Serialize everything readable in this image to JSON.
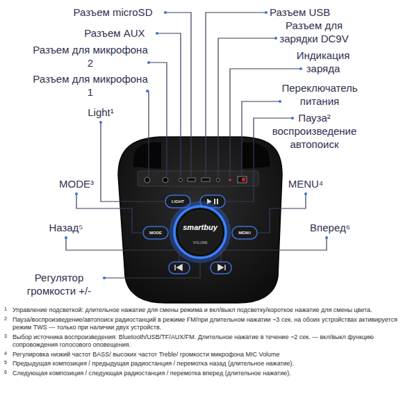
{
  "diagram": {
    "labels": [
      "Разъем microSD",
      "Разъем AUX",
      "Разъем для микрофона 2",
      "Разъем для микрофона 1",
      "Light¹",
      "MODE³",
      "Назад⁵",
      "Регулятор громкости +/-",
      "Разъем USB",
      "Разъем для зарядки DC9V",
      "Индикация заряда",
      "Переключатель питания",
      "Пауза² воспроизведение автопоиск",
      "MENU⁴",
      "Вперед⁶",
      "LIGHT",
      "MODE",
      "MENU",
      "smartbuy",
      "VOLUME",
      "1",
      "Управление подсветкой: длительное нажатие для смены режима и вкл/выкл подсветку/короткое нажатие для смены цвета.",
      "2",
      "Пауза/воспроизведение/автопоиск радиостанций в режиме FM/при длительном нажатии ~3 сек. на обоих устройствах активируется режим TWS — только при наличии двух устройств.",
      "3",
      "Выбор источника воспроизведения: Bluetooth/USB/TF/AUX/FM. Длительное нажатие в течение ~2 сек. — вкл/выкл функцию сопровождения голосового оповещения.",
      "4",
      "Регулировка низкий частот BASS/ высоких частот Treble/ громкости микрофона MIC Volume",
      "5",
      "Предыдущая композиция / предыдущая радиостанция / перемотка назад (длительное нажатие).",
      "6",
      "Следующая композиция / следующая радиостанция / перемотка вперед (длительное нажатие)."
    ]
  }
}
